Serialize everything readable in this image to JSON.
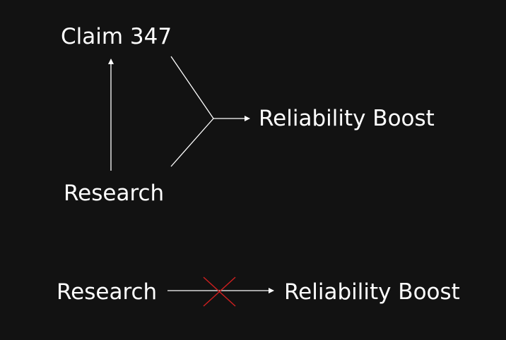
{
  "diagram": {
    "upper": {
      "claim": "Claim 347",
      "research": "Research",
      "result": "Reliability Boost"
    },
    "lower": {
      "research": "Research",
      "result": "Reliability Boost",
      "blocked": true
    },
    "colors": {
      "background": "#121212",
      "text": "#ffffff",
      "line": "#ffffff",
      "cross": "#cc1f1f"
    }
  }
}
